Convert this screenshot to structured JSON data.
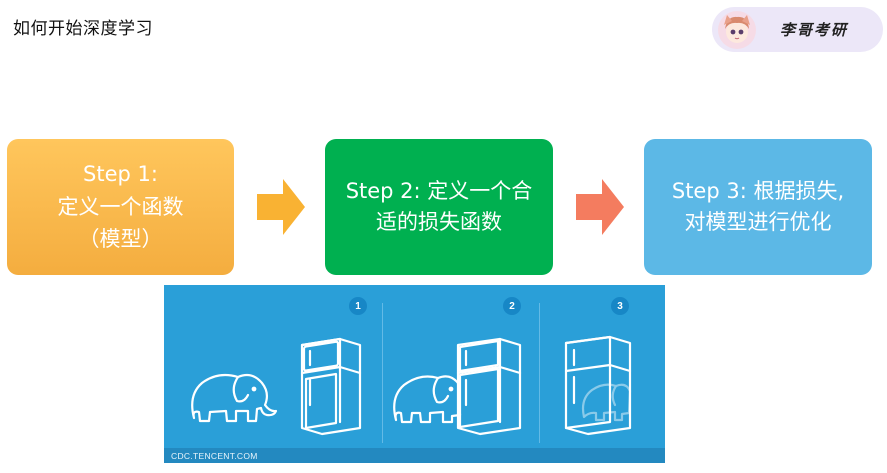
{
  "page": {
    "title": "如何开始深度学习"
  },
  "brand": {
    "name": "李哥考研",
    "avatar_icon": "cartoon-girl-avatar"
  },
  "steps": [
    {
      "lines": [
        "Step 1:",
        "定义一个函数",
        "（模型）"
      ],
      "color": "#f6b447"
    },
    {
      "lines": [
        "Step 2: 定义一个合",
        "适的损失函数"
      ],
      "color": "#00b050"
    },
    {
      "lines": [
        "Step 3: 根据损失,",
        "对模型进行优化"
      ],
      "color": "#5cb8e6"
    }
  ],
  "arrows": [
    {
      "icon": "right-arrow-icon",
      "color": "#f9b233"
    },
    {
      "icon": "right-arrow-icon",
      "color": "#f47c5f"
    }
  ],
  "illustration": {
    "numbers": [
      "1",
      "2",
      "3"
    ],
    "credit": "CDC.TENCENT.COM",
    "background": "#2a9fd8"
  }
}
